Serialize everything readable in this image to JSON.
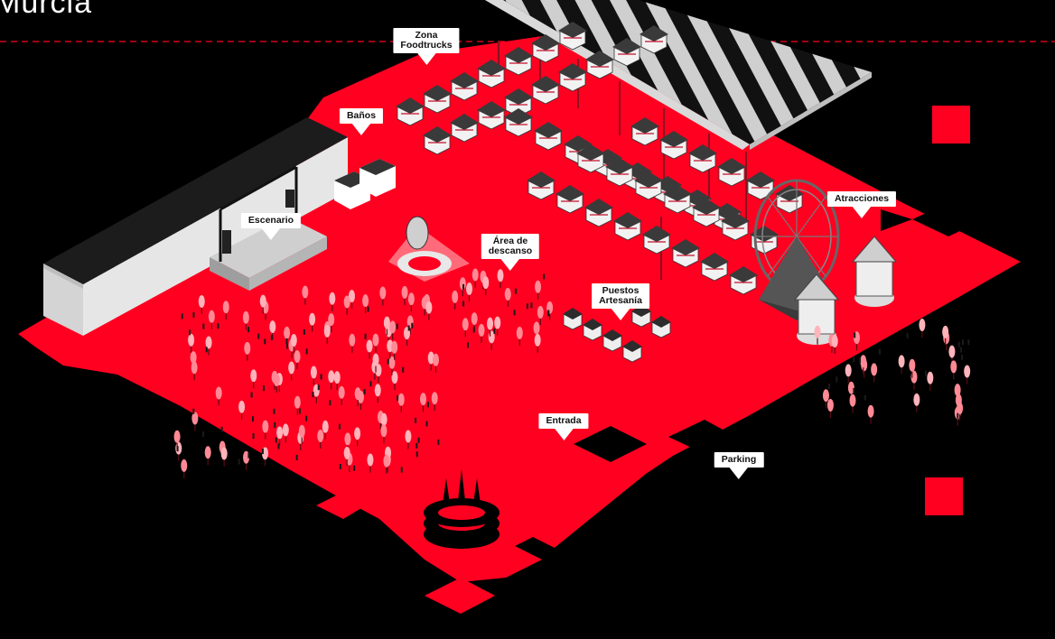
{
  "page": {
    "title": "Murcia"
  },
  "colors": {
    "background": "#000000",
    "ground": "#ff0020",
    "accent": "#ff0020",
    "dashed_line": "#ff0020",
    "label_bg": "#ffffff",
    "label_text": "#111111",
    "building_light": "#d9d9d9",
    "building_dark": "#1a1a1a"
  },
  "map": {
    "labels": [
      {
        "id": "foodtrucks",
        "text": "Zona\nFoodtrucks",
        "icon": "pin-pointer-icon"
      },
      {
        "id": "banos",
        "text": "Baños",
        "icon": "pin-pointer-icon"
      },
      {
        "id": "escenario",
        "text": "Escenario",
        "icon": "pin-pointer-icon"
      },
      {
        "id": "descanso",
        "text": "Área de\ndescanso",
        "icon": "pin-pointer-icon"
      },
      {
        "id": "artesania",
        "text": "Puestos\nArtesanía",
        "icon": "pin-pointer-icon"
      },
      {
        "id": "atracciones",
        "text": "Atracciones",
        "icon": "pin-pointer-icon"
      },
      {
        "id": "entrada",
        "text": "Entrada",
        "icon": "pin-pointer-icon"
      },
      {
        "id": "parking",
        "text": "Parking",
        "icon": "pin-pointer-icon"
      }
    ],
    "features": {
      "stage": "stage-building",
      "market_roof": "market-roof",
      "ferris_wheel": "ferris-wheel-icon",
      "carousels": "carousel-icon",
      "rest_sculpture": "rest-area-sculpture",
      "entrance_logo": "festival-logo-icon",
      "trees": "tree-icon",
      "food_stalls": "food-stall-icon"
    }
  }
}
